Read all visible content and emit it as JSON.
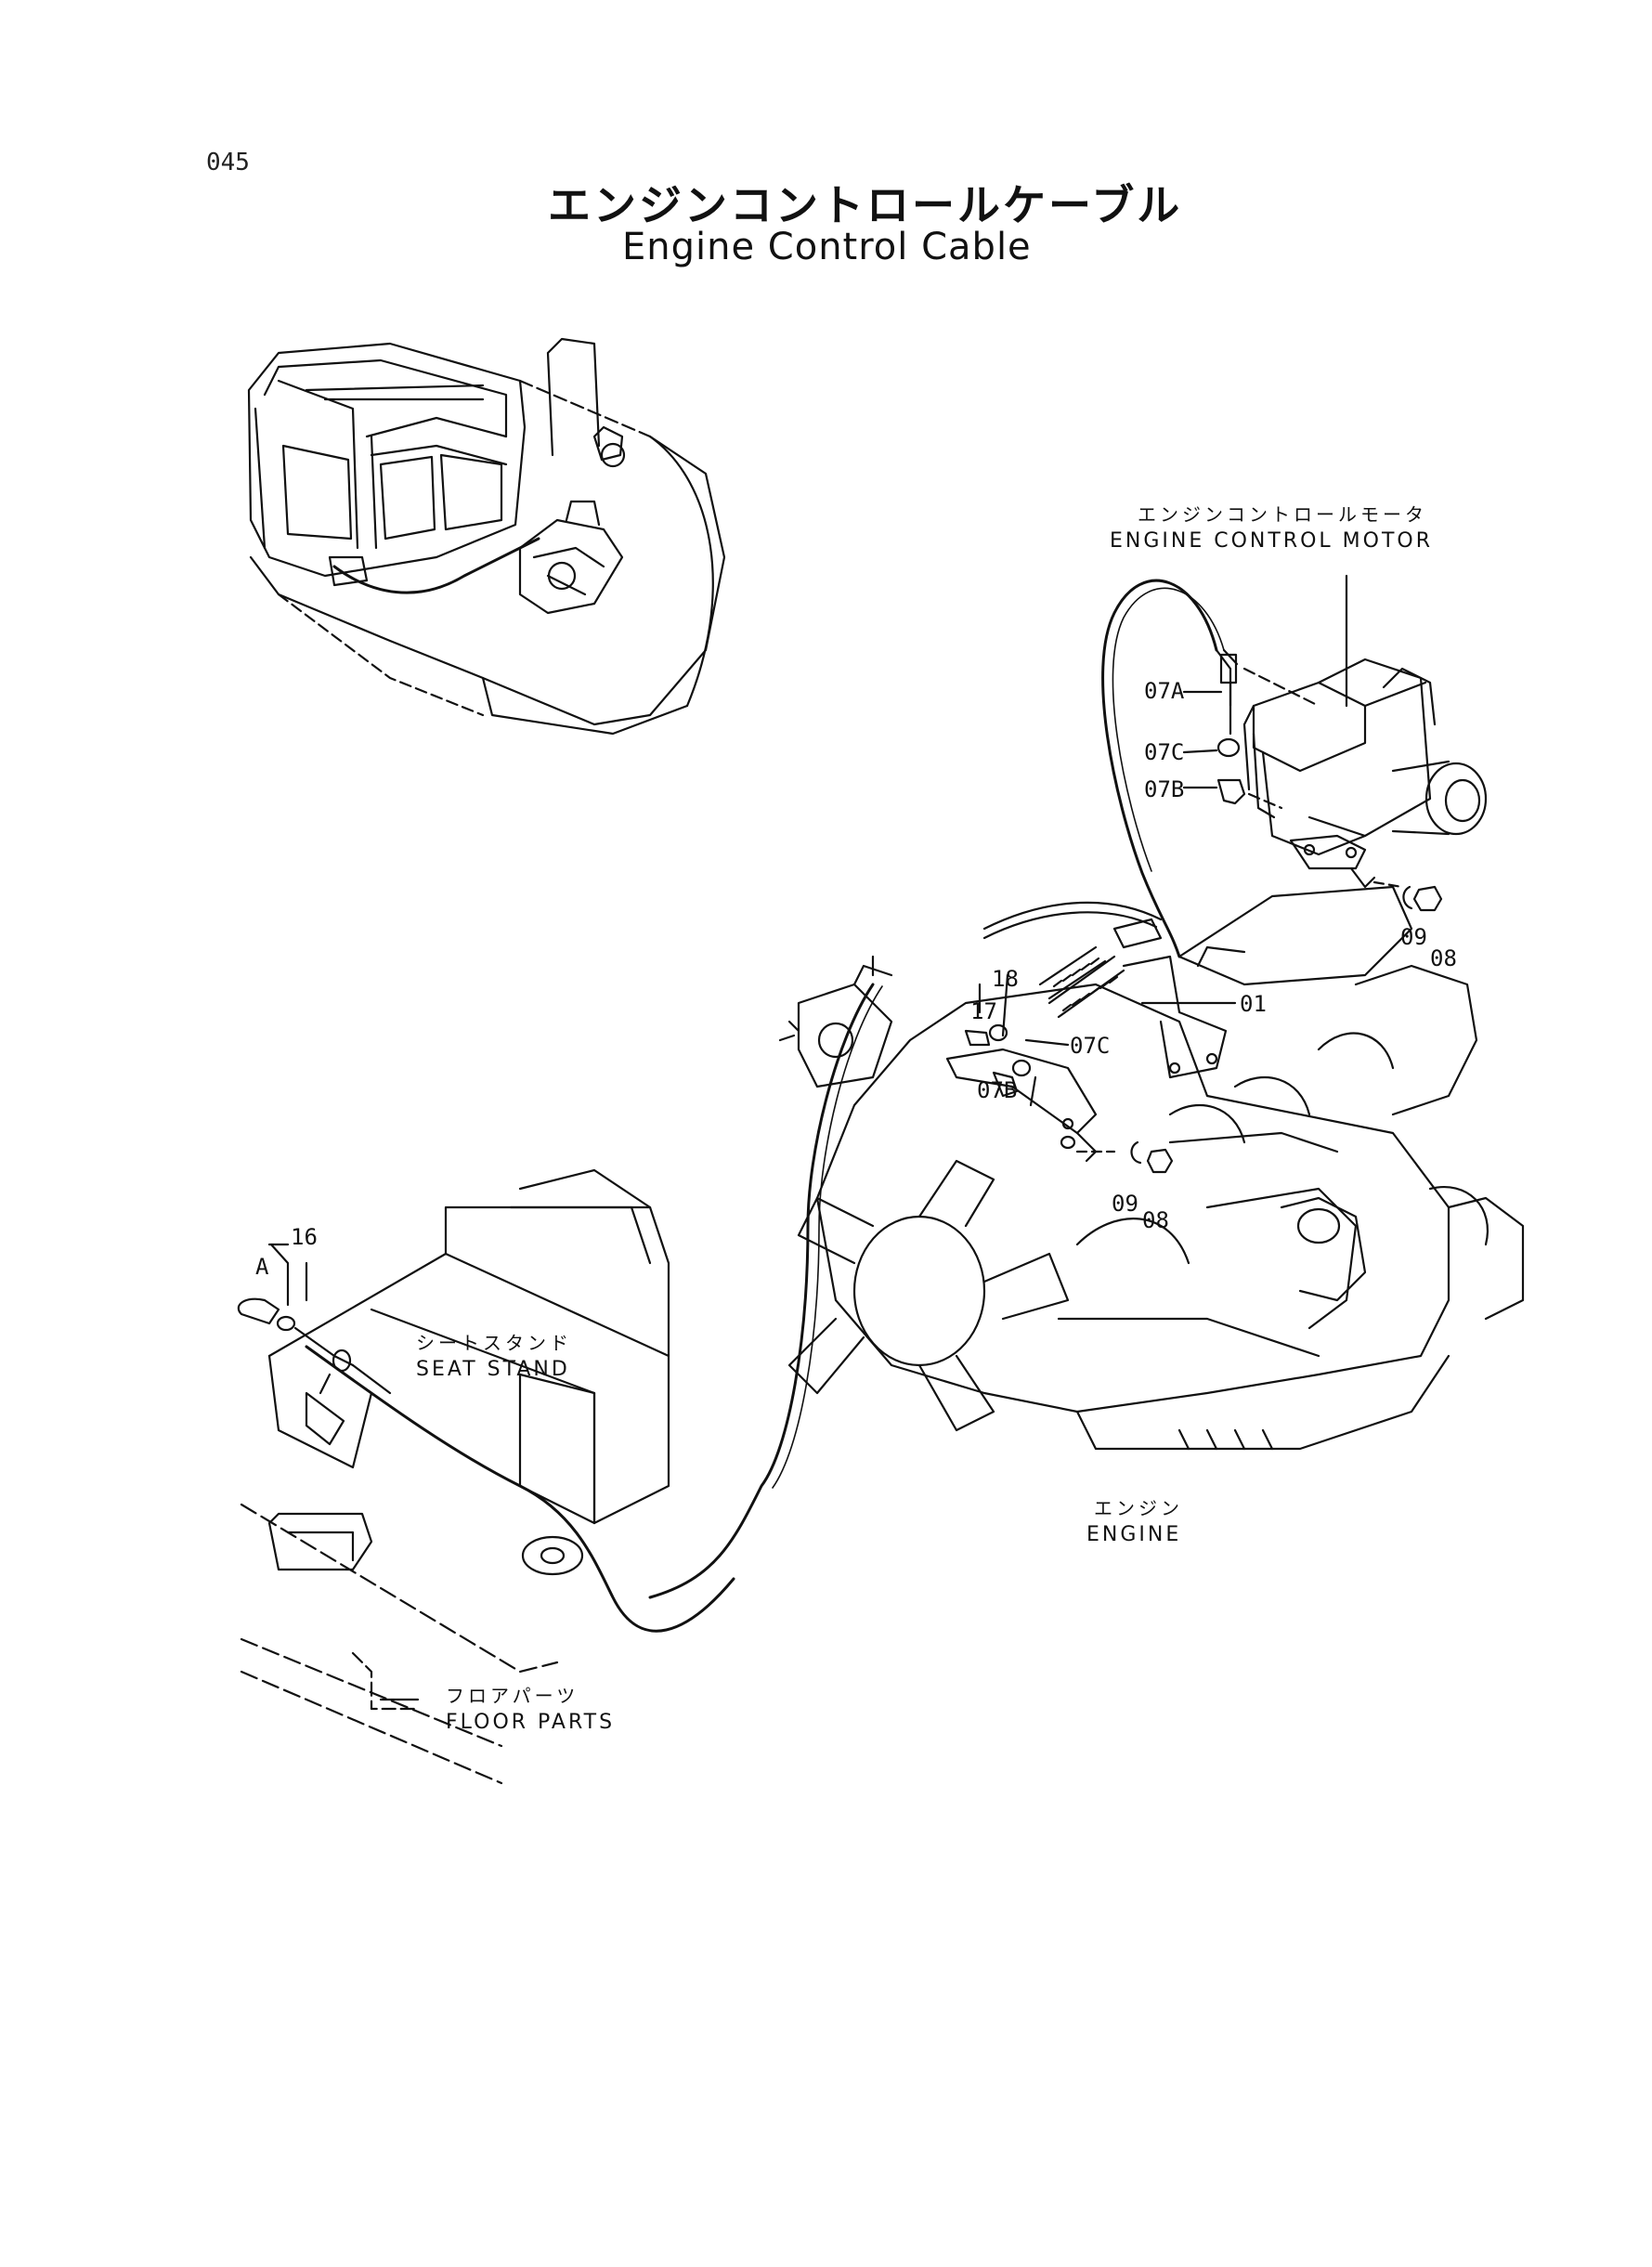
{
  "page_number": "045",
  "title_jp": "エンジンコントロールケーブル",
  "title_en": "Engine Control Cable",
  "callouts": {
    "engine_control_motor_jp": "エンジンコントロールモータ",
    "engine_control_motor_en": "ENGINE  CONTROL  MOTOR",
    "seat_stand_jp": "シートスタンド",
    "seat_stand_en": "SEAT  STAND",
    "engine_jp": "エンジン",
    "engine_en": "ENGINE",
    "floor_parts_jp": "フロアパーツ",
    "floor_parts_en": "FLOOR  PARTS"
  },
  "part_labels": {
    "p07a": "07A",
    "p07c_top": "07C",
    "p07b_top": "07B",
    "p09_top": "09",
    "p08_top": "08",
    "p18": "18",
    "p17": "17",
    "p01": "01",
    "p07c_mid": "07C",
    "p07b_mid": "07B",
    "p09_mid": "09",
    "p08_mid": "08",
    "p16": "16",
    "view_a": "A"
  }
}
